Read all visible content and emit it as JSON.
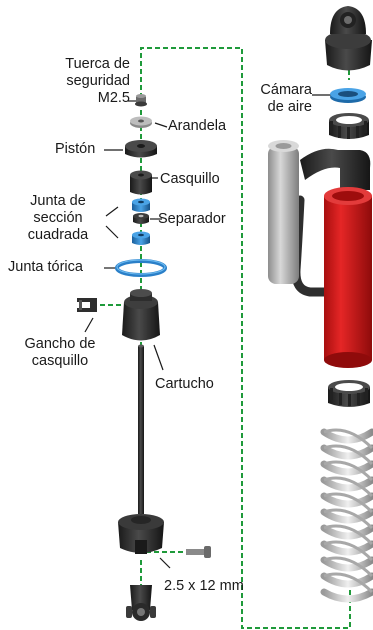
{
  "labels": {
    "lock_nut": [
      "Tuerca de",
      "seguridad",
      "M2.5"
    ],
    "washer": "Arandela",
    "piston": "Pistón",
    "bushing": "Casquillo",
    "square_seal": [
      "Junta de",
      "sección",
      "cuadrada"
    ],
    "spacer": "Separador",
    "o_ring": "Junta tórica",
    "bushing_clip": [
      "Gancho de",
      "casquillo"
    ],
    "cartridge": "Cartucho",
    "screw": "2.5 x 12 mm",
    "air_chamber": [
      "Cámara",
      "de aire"
    ]
  },
  "colors": {
    "guide_line": "#1f9a3a",
    "part_dark": "#2b2b2b",
    "seal_blue": "#2a7fc8",
    "body_red": "#d41c1c",
    "body_silver": "#b8b8b8",
    "spring": "#c9c9c9"
  }
}
